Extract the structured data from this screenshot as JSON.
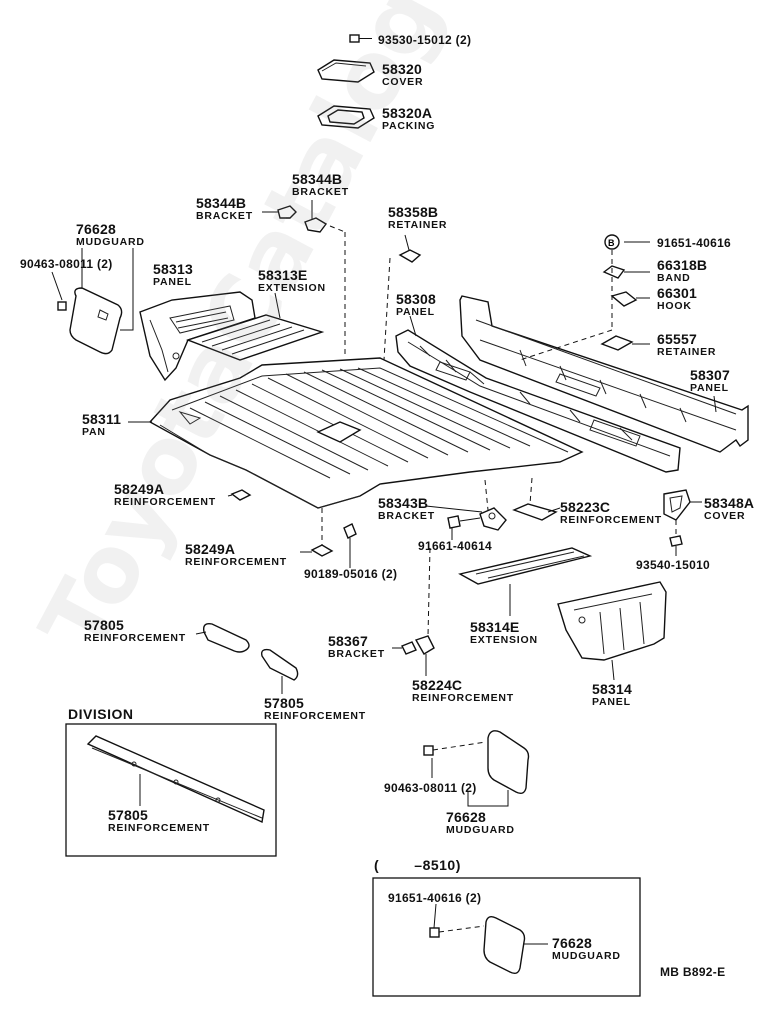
{
  "diagram": {
    "watermark": "ToyotaCatalog.ru",
    "reference": "MB B892-E",
    "division_title": "DIVISION",
    "range_label": "(        –8510)",
    "callouts": [
      {
        "id": "c1",
        "number": "93530-15012 (2)",
        "name": ""
      },
      {
        "id": "c2",
        "number": "58320",
        "name": "COVER"
      },
      {
        "id": "c3",
        "number": "58320A",
        "name": "PACKING"
      },
      {
        "id": "c4",
        "number": "58344B",
        "name": "BRACKET"
      },
      {
        "id": "c5",
        "number": "58344B",
        "name": "BRACKET"
      },
      {
        "id": "c6",
        "number": "58358B",
        "name": "RETAINER"
      },
      {
        "id": "c7",
        "number": "76628",
        "name": "MUDGUARD"
      },
      {
        "id": "c8",
        "number": "90463-08011 (2)",
        "name": ""
      },
      {
        "id": "c9",
        "number": "58313",
        "name": "PANEL"
      },
      {
        "id": "c10",
        "number": "58313E",
        "name": "EXTENSION"
      },
      {
        "id": "c11",
        "number": "58308",
        "name": "PANEL"
      },
      {
        "id": "c12",
        "number": "91651-40616",
        "name": ""
      },
      {
        "id": "c13",
        "number": "66318B",
        "name": "BAND"
      },
      {
        "id": "c14",
        "number": "66301",
        "name": "HOOK"
      },
      {
        "id": "c15",
        "number": "65557",
        "name": "RETAINER"
      },
      {
        "id": "c16",
        "number": "58307",
        "name": "PANEL"
      },
      {
        "id": "c17",
        "number": "58311",
        "name": "PAN"
      },
      {
        "id": "c18",
        "number": "58249A",
        "name": "REINFORCEMENT"
      },
      {
        "id": "c19",
        "number": "58343B",
        "name": "BRACKET"
      },
      {
        "id": "c20",
        "number": "58223C",
        "name": "REINFORCEMENT"
      },
      {
        "id": "c21",
        "number": "58348A",
        "name": "COVER"
      },
      {
        "id": "c22",
        "number": "91661-40614",
        "name": ""
      },
      {
        "id": "c23",
        "number": "58249A",
        "name": "REINFORCEMENT"
      },
      {
        "id": "c24",
        "number": "90189-05016 (2)",
        "name": ""
      },
      {
        "id": "c25",
        "number": "93540-15010",
        "name": ""
      },
      {
        "id": "c26",
        "number": "58314E",
        "name": "EXTENSION"
      },
      {
        "id": "c27",
        "number": "57805",
        "name": "REINFORCEMENT"
      },
      {
        "id": "c28",
        "number": "58367",
        "name": "BRACKET"
      },
      {
        "id": "c29",
        "number": "58224C",
        "name": "REINFORCEMENT"
      },
      {
        "id": "c30",
        "number": "58314",
        "name": "PANEL"
      },
      {
        "id": "c31",
        "number": "57805",
        "name": "REINFORCEMENT"
      },
      {
        "id": "c32",
        "number": "57805",
        "name": "REINFORCEMENT"
      },
      {
        "id": "c33",
        "number": "90463-08011 (2)",
        "name": ""
      },
      {
        "id": "c34",
        "number": "76628",
        "name": "MUDGUARD"
      },
      {
        "id": "c35",
        "number": "91651-40616 (2)",
        "name": ""
      },
      {
        "id": "c36",
        "number": "76628",
        "name": "MUDGUARD"
      }
    ]
  }
}
